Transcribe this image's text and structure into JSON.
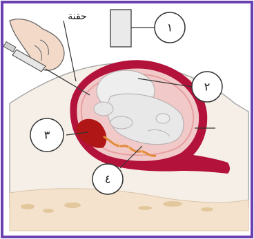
{
  "diagram": {
    "frame_color": "#6a3fb0",
    "labels": {
      "syringe_label": "حقنة",
      "callout_1": "١",
      "callout_2": "٢",
      "callout_3": "٣",
      "callout_4": "٤"
    },
    "colors": {
      "uterus_wall": "#b3123b",
      "amniotic_fluid": "#f2c9c9",
      "fetus": "#eeeeee",
      "placenta": "#b01616",
      "skin": "#f2d9c8",
      "probe": "#eaeaea"
    }
  }
}
